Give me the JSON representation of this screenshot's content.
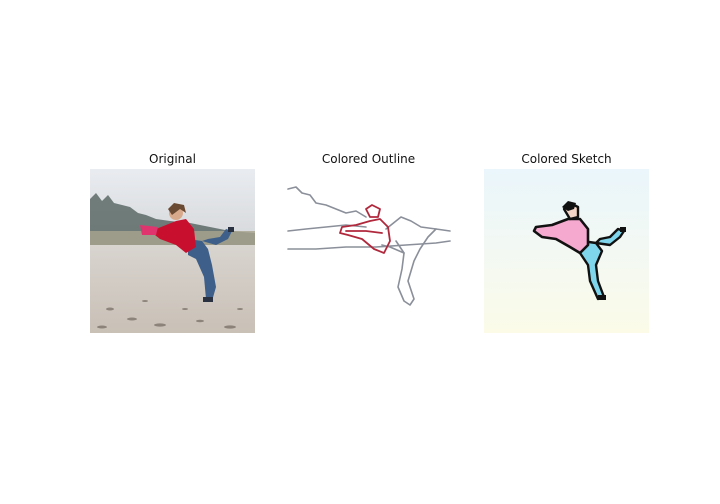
{
  "figure": {
    "panels": [
      {
        "id": "original",
        "title": "Original"
      },
      {
        "id": "colored-outline",
        "title": "Colored Outline"
      },
      {
        "id": "colored-sketch",
        "title": "Colored Sketch"
      }
    ]
  },
  "colors": {
    "shirt_red": "#c8102e",
    "jeans_blue": "#3d5f8a",
    "sky": "#dfe3e8",
    "sand": "#d9d3cc",
    "outline_gray": "#8a8f99",
    "outline_red": "#b0283c",
    "sketch_pink": "#f5a9cf",
    "sketch_cyan": "#7fd6ec",
    "sketch_bg_top": "#eaf6fb",
    "sketch_bg_bottom": "#fbfbe8"
  }
}
